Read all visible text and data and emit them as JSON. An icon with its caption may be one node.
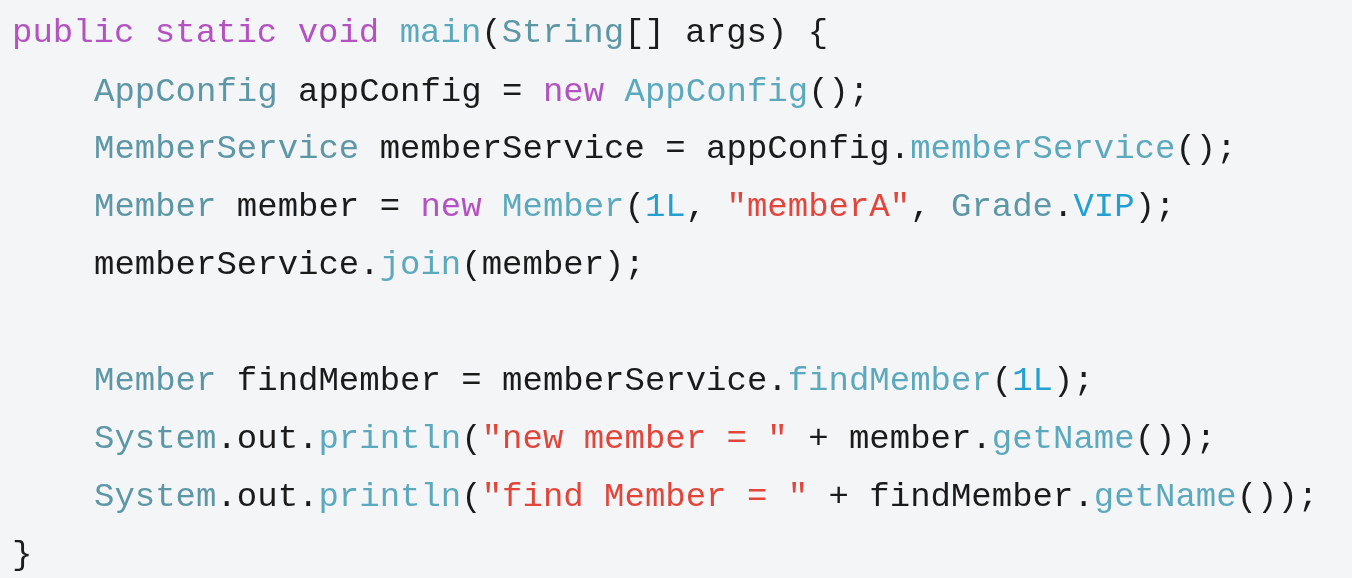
{
  "diagram": {
    "labels": [
      "public static void main(String[] args) {",
      "AppConfig appConfig = new AppConfig();",
      "MemberService memberService = appConfig.memberService();",
      "Member member = new Member(1L, \"memberA\", Grade.VIP);",
      "memberService.join(member);",
      "Member findMember = memberService.findMember(1L);",
      "System.out.println(\"new member = \" + member.getName());",
      "System.out.println(\"find Member = \" + findMember.getName());",
      "}"
    ]
  }
}
